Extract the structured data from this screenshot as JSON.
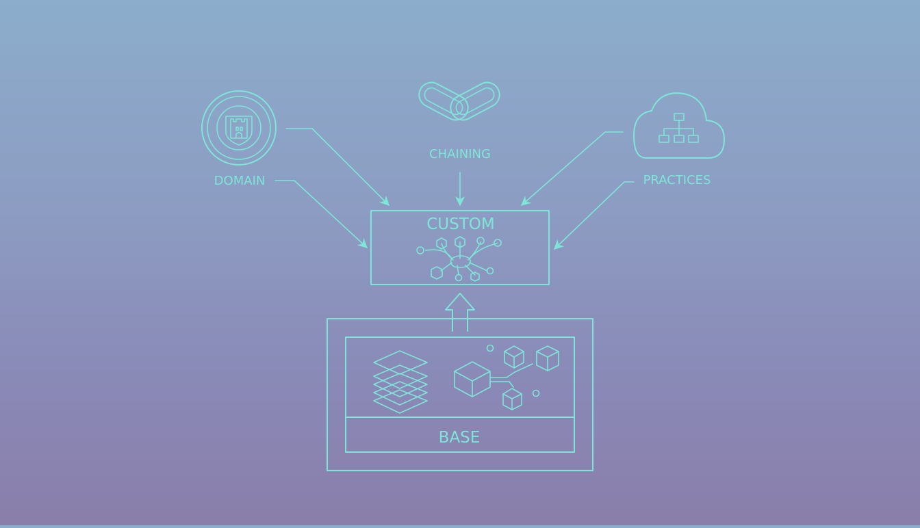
{
  "colors": {
    "line": "#7ee6d8",
    "background_top": "#8cadcc",
    "background_bottom": "#8a7eaa"
  },
  "nodes": {
    "domain": {
      "label": "DOMAIN",
      "icon": "castle-shield-icon"
    },
    "chaining": {
      "label": "CHAINING",
      "icon": "chain-links-icon"
    },
    "practices": {
      "label": "PRACTICES",
      "icon": "cloud-network-icon"
    },
    "custom": {
      "label": "CUSTOM",
      "icon": "neural-network-icon"
    },
    "base": {
      "label": "BASE",
      "icons": [
        "layers-stack-icon",
        "cube-network-icon"
      ]
    }
  },
  "edges": [
    {
      "from": "domain",
      "to": "custom"
    },
    {
      "from": "chaining",
      "to": "custom"
    },
    {
      "from": "practices",
      "to": "custom"
    },
    {
      "from": "base",
      "to": "custom"
    }
  ]
}
